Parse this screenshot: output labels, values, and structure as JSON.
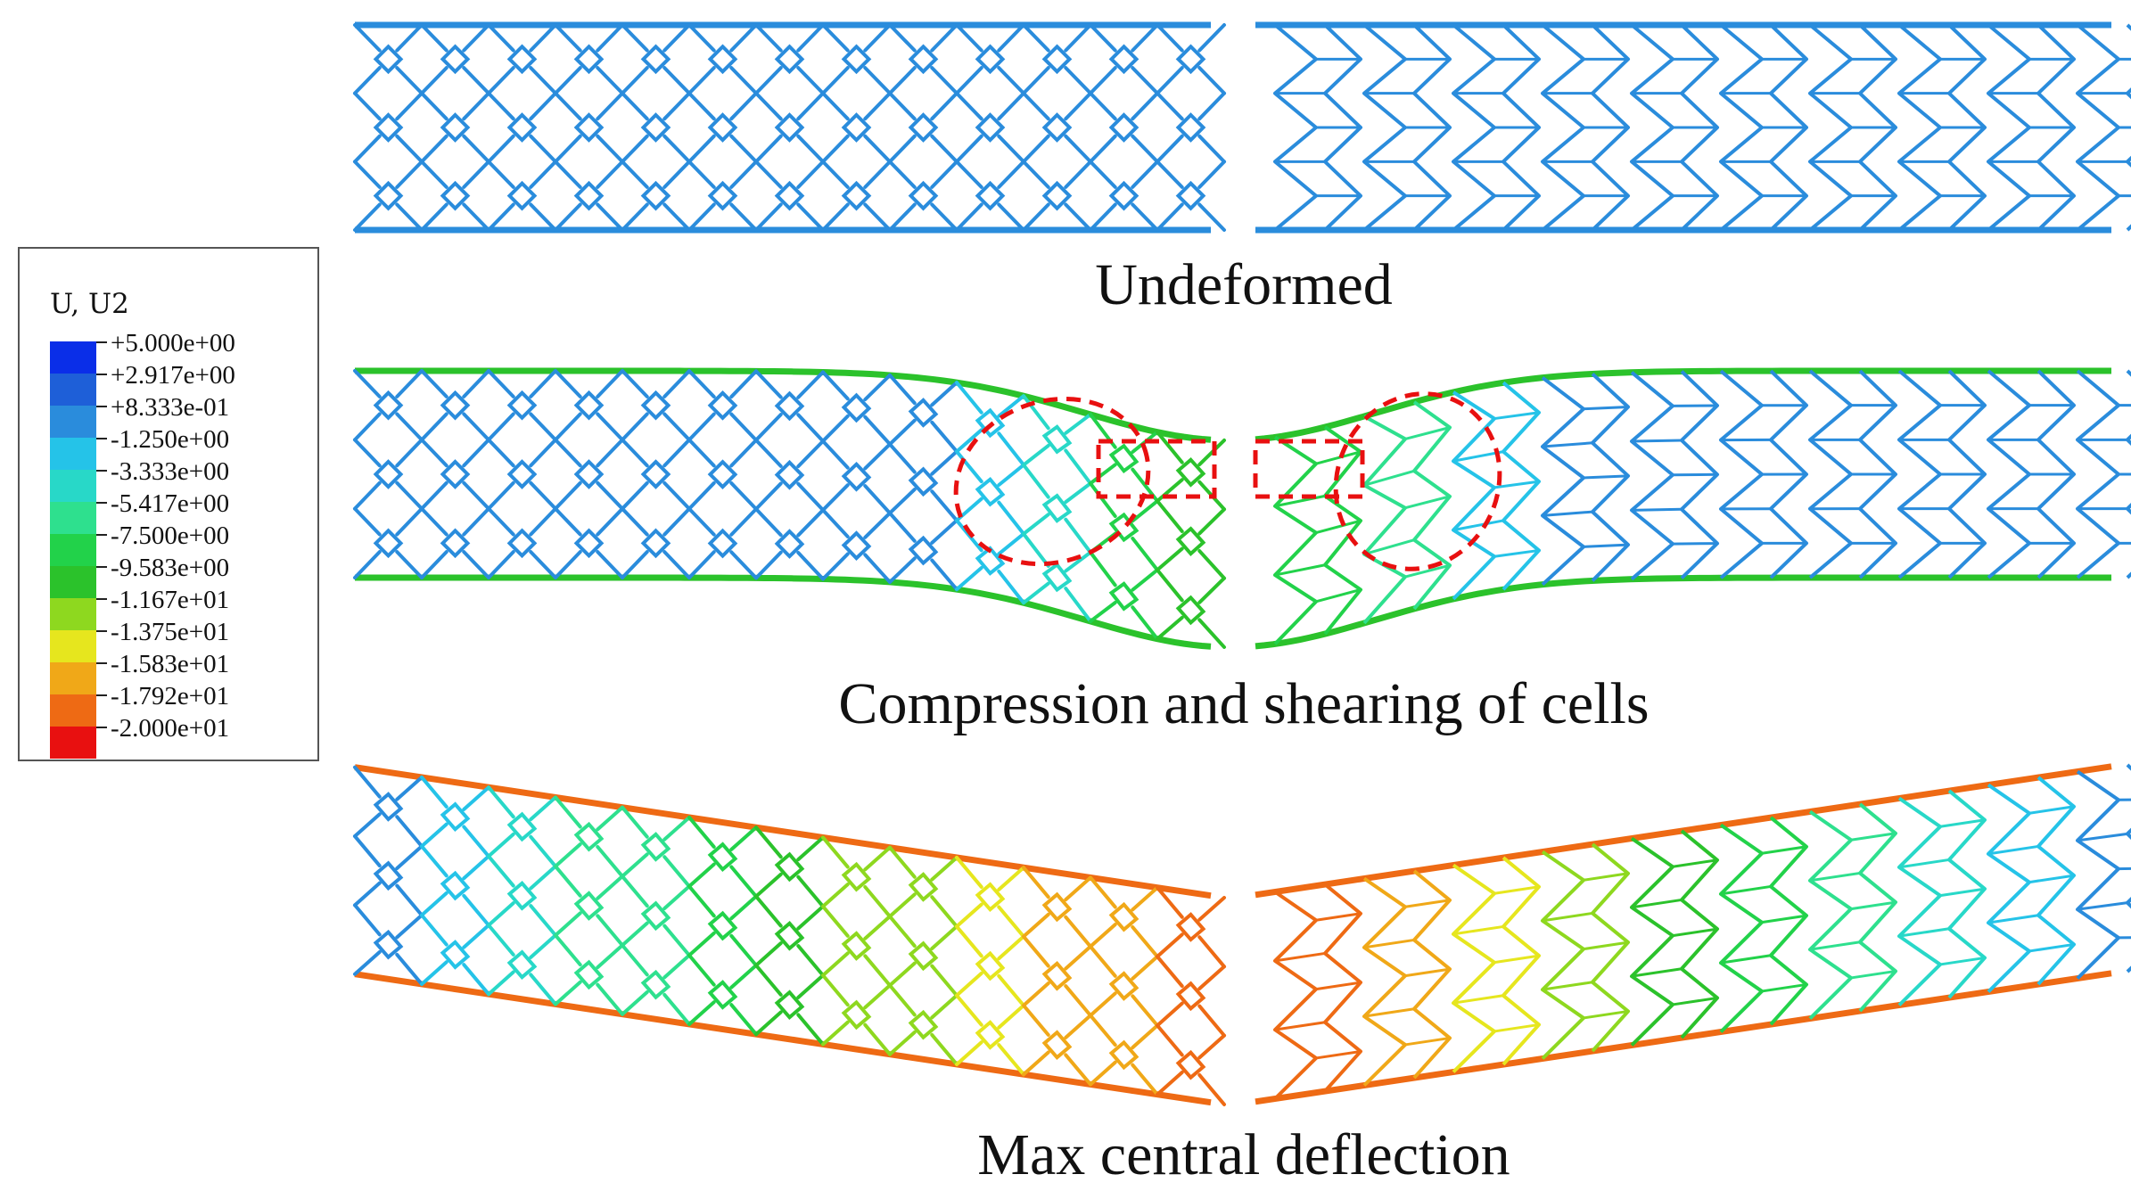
{
  "legend": {
    "title": "U, U2",
    "levels": [
      {
        "label": "+5.000e+00",
        "color": "#0a2ee8"
      },
      {
        "label": "+2.917e+00",
        "color": "#1e5fd8"
      },
      {
        "label": "+8.333e-01",
        "color": "#2a8cdc"
      },
      {
        "label": "-1.250e+00",
        "color": "#25c3e8"
      },
      {
        "label": "-3.333e+00",
        "color": "#28d8c8"
      },
      {
        "label": "-5.417e+00",
        "color": "#2ee08e"
      },
      {
        "label": "-7.500e+00",
        "color": "#22d24a"
      },
      {
        "label": "-9.583e+00",
        "color": "#2bc22b"
      },
      {
        "label": "-1.167e+01",
        "color": "#8ed81f"
      },
      {
        "label": "-1.375e+01",
        "color": "#e6e61e"
      },
      {
        "label": "-1.583e+01",
        "color": "#f0a818"
      },
      {
        "label": "-1.792e+01",
        "color": "#ee6a14"
      },
      {
        "label": "-2.000e+01",
        "color": "#e81010"
      }
    ],
    "tick_count": 14
  },
  "captions": {
    "undeformed": "Undeformed",
    "compression": "Compression and shearing of cells",
    "max_deflection": "Max central deflection"
  },
  "colors": {
    "undeformed": "#2f8fc8",
    "face_sheet": "#2a86c0"
  }
}
